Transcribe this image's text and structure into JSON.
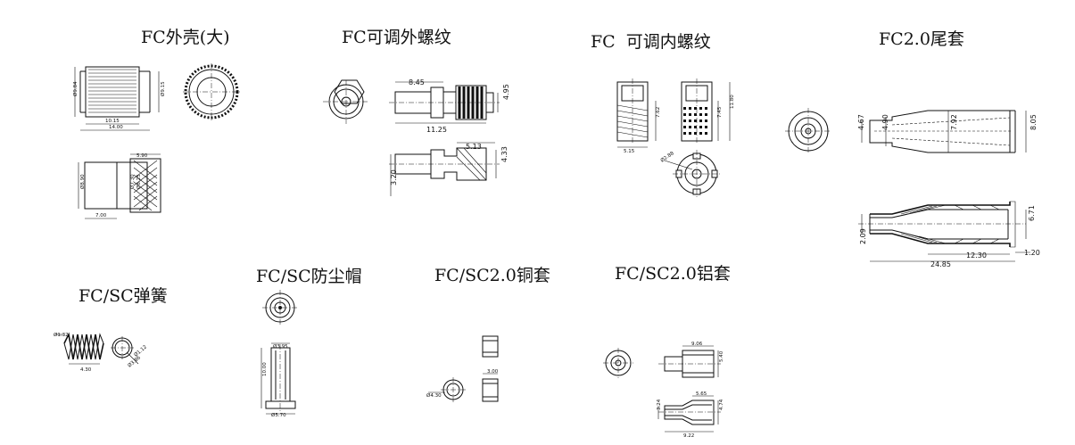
{
  "titles": {
    "fc_shell_large": "FC外壳(大)",
    "fc_adjustable_external_thread": "FC可调外螺纹",
    "fc_adjustable_internal_thread": "FC  可调内螺纹",
    "fc_20_boot": "FC2.0尾套",
    "fc_sc_spring": "FC/SC弹簧",
    "fc_sc_dust_cap": "FC/SC防尘帽",
    "fc_sc_20_copper_sleeve": "FC/SC2.0铜套",
    "fc_sc_20_aluminum_sleeve": "FC/SC2.0铝套"
  },
  "dims": {
    "shell": {
      "d1": "Ø9.84",
      "d2": "Ø9.15",
      "l1": "10.15",
      "l2": "14.00",
      "l3": "5.90",
      "d3": "Ø8.90",
      "d4": "Ø7.30",
      "d5": "Ø8.25",
      "l4": "7.00"
    },
    "ext": {
      "l1": "8.45",
      "l2": "11.25",
      "h1": "4.95",
      "l3": "5.13",
      "h2": "4.33",
      "h3": "3.20"
    },
    "int": {
      "w1": "5.15",
      "h1": "7.62",
      "h2": "7.45",
      "h3": "11.80",
      "d1": "Ø2.88"
    },
    "boot": {
      "d1": "4.67",
      "d2": "4.90",
      "d3": "7.92",
      "d4": "8.05",
      "d5": "6.71",
      "h1": "2.09",
      "l1": "12.30",
      "l2": "24.85",
      "l3": "1.20"
    },
    "spring": {
      "a": "Ø1.32",
      "b": "4.30",
      "c": "Ø1.12",
      "d": "Ø3.86"
    },
    "cap": {
      "d1": "Ø3.95",
      "h1": "10.00",
      "d2": "Ø5.70"
    },
    "copper": {
      "d1": "Ø4.30",
      "l1": "3.00"
    },
    "alu": {
      "l1": "9.06",
      "h1": "5.40",
      "l2": "5.65",
      "h2": "4.74",
      "h3": "3.24",
      "l3": "9.22"
    }
  }
}
